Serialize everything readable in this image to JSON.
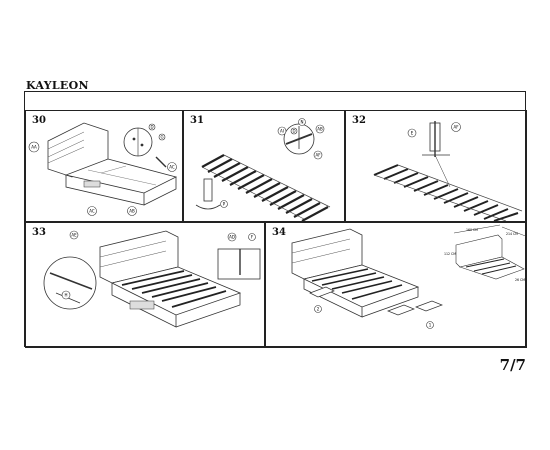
{
  "document": {
    "title": "KAYLEON",
    "page": "7/7"
  },
  "steps": [
    {
      "number": "30",
      "callouts": [
        "AA",
        "D",
        "G",
        "AC",
        "AB",
        "AC"
      ]
    },
    {
      "number": "31",
      "callouts": [
        "N",
        "AI",
        "D",
        "AB",
        "AF",
        "P"
      ]
    },
    {
      "number": "32",
      "callouts": [
        "E",
        "AF"
      ]
    },
    {
      "number": "33",
      "callouts": [
        "AE",
        "H",
        "AD",
        "F"
      ]
    },
    {
      "number": "34",
      "callouts": [
        "2",
        "1"
      ]
    }
  ],
  "dimensions": {
    "width": "160 CM",
    "length": "214 CM",
    "height_head": "112 CM",
    "height_side": "26 CM"
  }
}
